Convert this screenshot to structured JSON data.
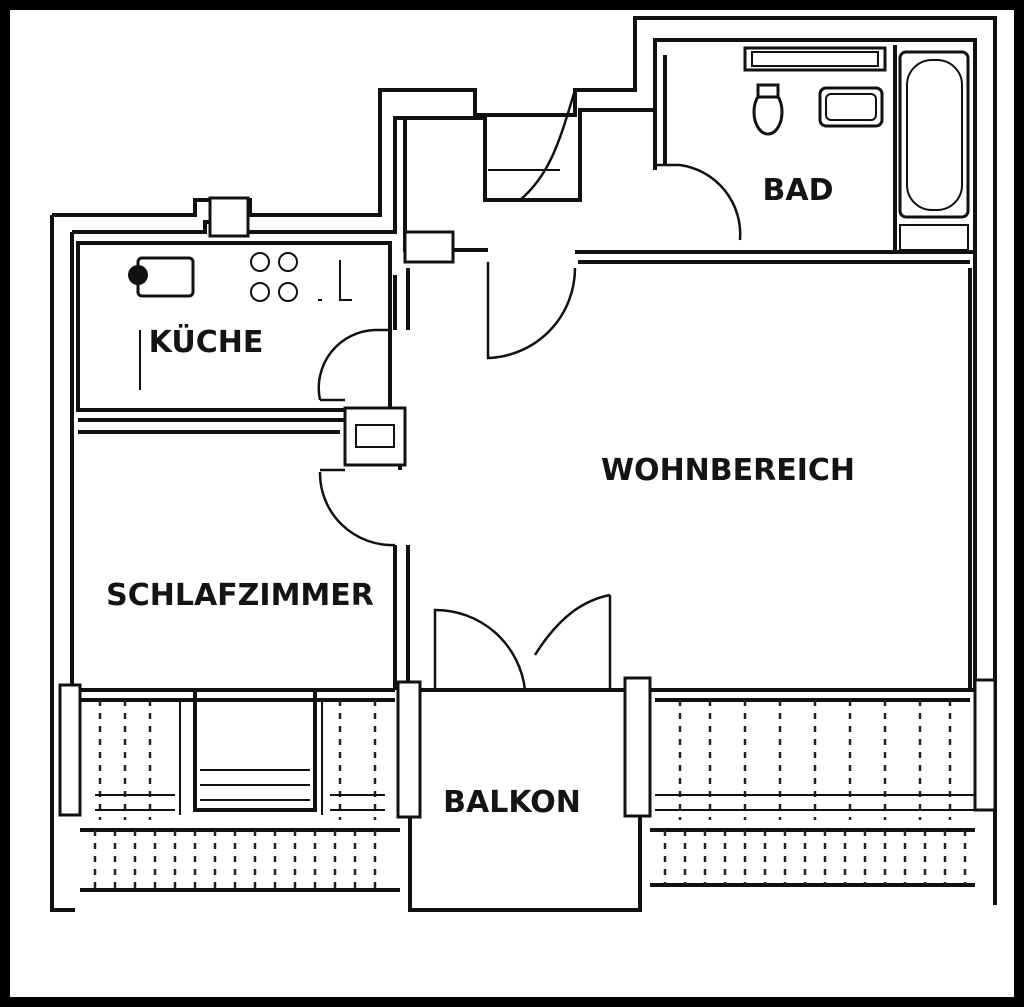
{
  "floorplan": {
    "rooms": {
      "kueche": "KÜCHE",
      "bad": "BAD",
      "wohnbereich": "WOHNBEREICH",
      "schlafzimmer": "SCHLAFZIMMER",
      "balkon": "BALKON"
    }
  }
}
